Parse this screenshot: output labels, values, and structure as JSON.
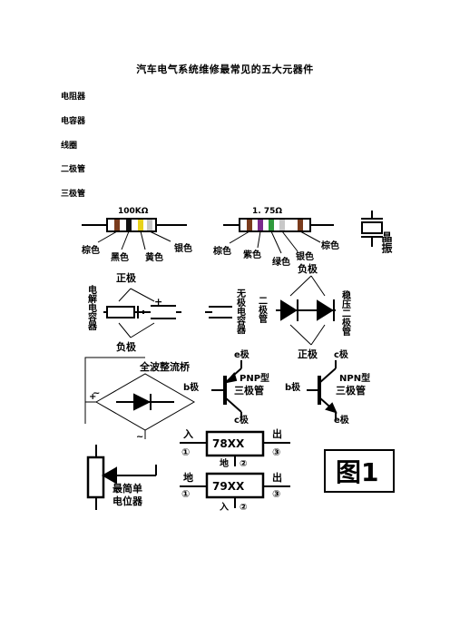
{
  "document": {
    "title": "汽车电气系统维修最常见的五大元器件",
    "items": [
      "电阻器",
      "电容器",
      "线圈",
      "二极管",
      "三极管"
    ]
  },
  "figure": {
    "resistor1": {
      "value": "100KΩ",
      "bands": [
        {
          "label": "棕色",
          "color": "#7a3b1c"
        },
        {
          "label": "黑色",
          "color": "#111111"
        },
        {
          "label": "黄色",
          "color": "#e8d21a"
        },
        {
          "label": "银色",
          "color": "#c8c8c8"
        }
      ]
    },
    "resistor2": {
      "value": "1. 75Ω",
      "bands": [
        {
          "label": "棕色",
          "color": "#7a3b1c"
        },
        {
          "label": "紫色",
          "color": "#7b2a8c"
        },
        {
          "label": "绿色",
          "color": "#2f9a3c"
        },
        {
          "label": "银色",
          "color": "#c8c8c8"
        },
        {
          "label": "棕色",
          "color": "#7a3b1c"
        }
      ]
    },
    "crystal_label": "晶振",
    "electrolytic_label": "电解电容器",
    "positive_label": "正极",
    "negative_label": "负极",
    "plus_sign": "+",
    "nonpolar_label": "无极电容器",
    "diode_label": "二极管",
    "diode_negative": "负极",
    "diode_positive": "正极",
    "zener_label": "稳压二极管",
    "bridge_label": "全波整流桥",
    "tilde": "~",
    "pnp": {
      "e": "e极",
      "b": "b极",
      "c": "c极",
      "type": "PNP型",
      "name": "三极管"
    },
    "npn": {
      "c": "c极",
      "b": "b极",
      "e": "e极",
      "type": "NPN型",
      "name": "三极管"
    },
    "reg1": {
      "name": "78XX",
      "in": "入",
      "out": "出",
      "gnd": "地",
      "pin1": "①",
      "pin2": "②",
      "pin3": "③"
    },
    "reg2": {
      "name": "79XX",
      "in": "入",
      "out": "出",
      "gnd": "地",
      "pin1": "①",
      "pin2": "②",
      "pin3": "③"
    },
    "pot_label1": "最简单",
    "pot_label2": "电位器",
    "figure_label": "图1"
  }
}
